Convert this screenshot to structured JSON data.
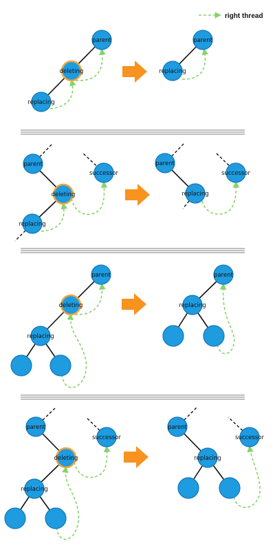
{
  "legend": {
    "label": "right thread"
  },
  "labels": {
    "parent": "parent",
    "deleting": "deleting",
    "replacing": "replacing",
    "successor": "successor"
  },
  "colors": {
    "node_fill": "#1f9be0",
    "highlight_stroke": "#f5a53a",
    "thread": "#86d36a",
    "transform_arrow": "#f7931e"
  }
}
